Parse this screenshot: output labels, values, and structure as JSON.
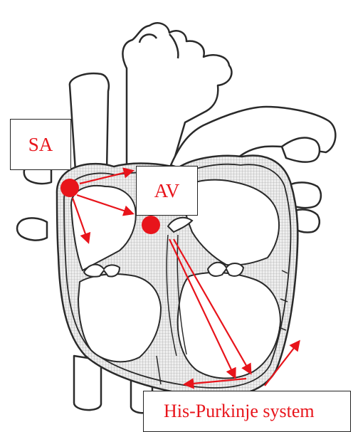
{
  "labels": {
    "sa": "SA",
    "av": "AV",
    "his_purkinje": "His-Purkinje system"
  },
  "colors": {
    "signal": "#e8141b",
    "outline": "#2a2a2a",
    "tissue": "#e6e6e6",
    "mesh": "#9a9a9a",
    "background": "#ffffff"
  }
}
